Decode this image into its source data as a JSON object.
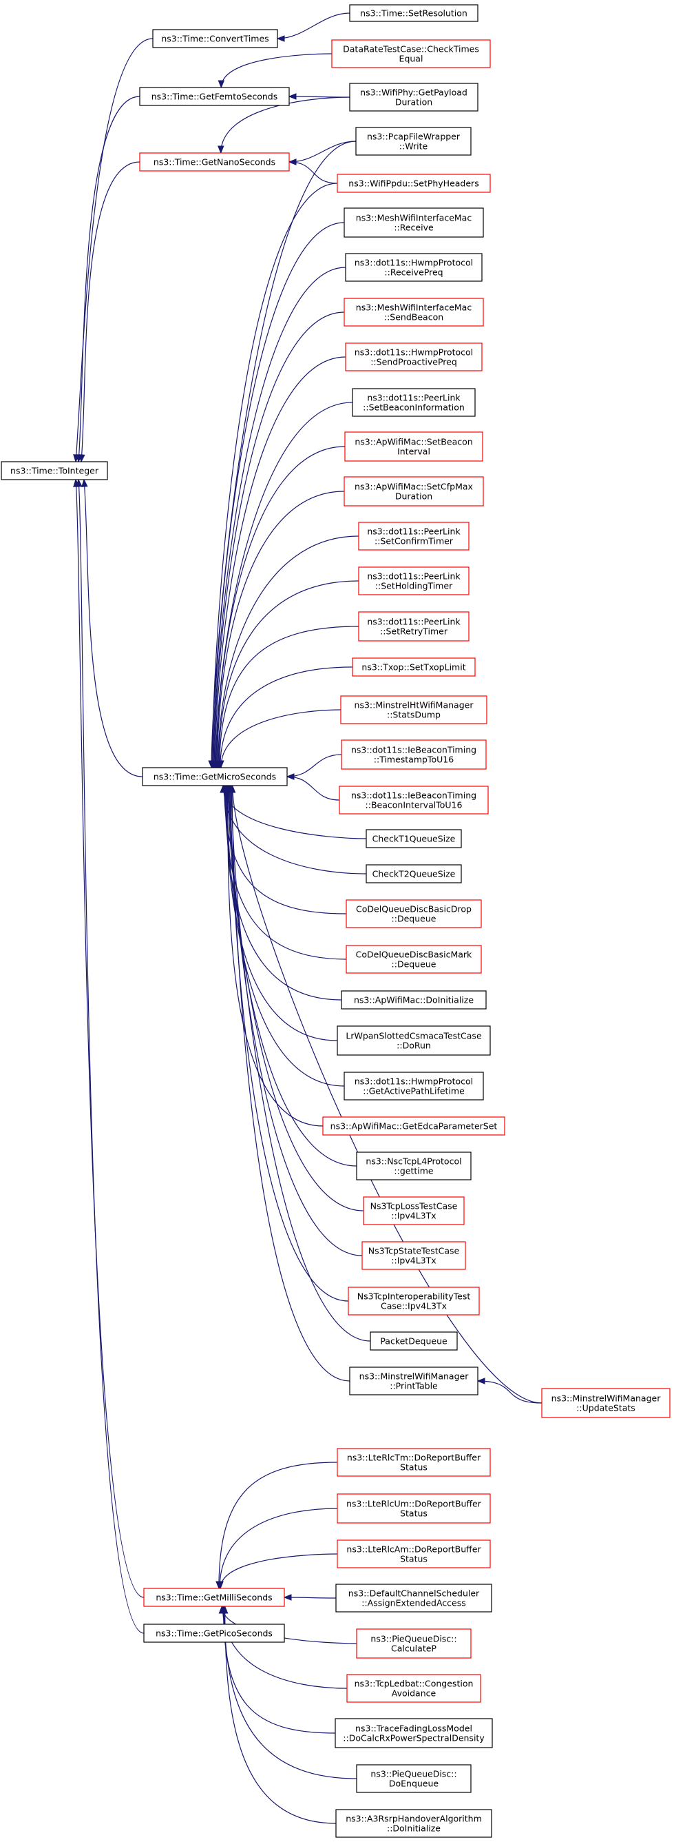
{
  "colors": {
    "edge": "#191970",
    "border_documented": "#000000",
    "border_undocumented": "#ff0000",
    "root_fill": "#bfbfbf",
    "background": "#ffffff"
  },
  "nodes": {
    "toint": {
      "lines": [
        "ns3::Time::ToInteger"
      ],
      "style": "root"
    },
    "convert": {
      "lines": [
        "ns3::Time::ConvertTimes"
      ],
      "style": "black"
    },
    "setres": {
      "lines": [
        "ns3::Time::SetResolution"
      ],
      "style": "black"
    },
    "femto": {
      "lines": [
        "ns3::Time::GetFemtoSeconds"
      ],
      "style": "black"
    },
    "drtest": {
      "lines": [
        "DataRateTestCase::CheckTimes",
        "Equal"
      ],
      "style": "red"
    },
    "payload": {
      "lines": [
        "ns3::WifiPhy::GetPayload",
        "Duration"
      ],
      "style": "black"
    },
    "nano": {
      "lines": [
        "ns3::Time::GetNanoSeconds"
      ],
      "style": "red"
    },
    "pcap": {
      "lines": [
        "ns3::PcapFileWrapper",
        "::Write"
      ],
      "style": "black"
    },
    "phyhdr": {
      "lines": [
        "ns3::WifiPpdu::SetPhyHeaders"
      ],
      "style": "red"
    },
    "meshrecv": {
      "lines": [
        "ns3::MeshWifiInterfaceMac",
        "::Receive"
      ],
      "style": "black"
    },
    "hwmppreq": {
      "lines": [
        "ns3::dot11s::HwmpProtocol",
        "::ReceivePreq"
      ],
      "style": "black"
    },
    "meshbeacon": {
      "lines": [
        "ns3::MeshWifiInterfaceMac",
        "::SendBeacon"
      ],
      "style": "red"
    },
    "proactive": {
      "lines": [
        "ns3::dot11s::HwmpProtocol",
        "::SendProactivePreq"
      ],
      "style": "red"
    },
    "beaconinfo": {
      "lines": [
        "ns3::dot11s::PeerLink",
        "::SetBeaconInformation"
      ],
      "style": "black"
    },
    "apbeacon": {
      "lines": [
        "ns3::ApWifiMac::SetBeacon",
        "Interval"
      ],
      "style": "red"
    },
    "cfpmax": {
      "lines": [
        "ns3::ApWifiMac::SetCfpMax",
        "Duration"
      ],
      "style": "red"
    },
    "confirm": {
      "lines": [
        "ns3::dot11s::PeerLink",
        "::SetConfirmTimer"
      ],
      "style": "red"
    },
    "holding": {
      "lines": [
        "ns3::dot11s::PeerLink",
        "::SetHoldingTimer"
      ],
      "style": "red"
    },
    "retry": {
      "lines": [
        "ns3::dot11s::PeerLink",
        "::SetRetryTimer"
      ],
      "style": "red"
    },
    "txop": {
      "lines": [
        "ns3::Txop::SetTxopLimit"
      ],
      "style": "red"
    },
    "statsdump": {
      "lines": [
        "ns3::MinstrelHtWifiManager",
        "::StatsDump"
      ],
      "style": "red"
    },
    "ts16": {
      "lines": [
        "ns3::dot11s::IeBeaconTiming",
        "::TimestampToU16"
      ],
      "style": "red"
    },
    "bi16": {
      "lines": [
        "ns3::dot11s::IeBeaconTiming",
        "::BeaconIntervalToU16"
      ],
      "style": "red"
    },
    "micro": {
      "lines": [
        "ns3::Time::GetMicroSeconds"
      ],
      "style": "black"
    },
    "ct1": {
      "lines": [
        "CheckT1QueueSize"
      ],
      "style": "black"
    },
    "ct2": {
      "lines": [
        "CheckT2QueueSize"
      ],
      "style": "black"
    },
    "codeldrop": {
      "lines": [
        "CoDelQueueDiscBasicDrop",
        "::Dequeue"
      ],
      "style": "red"
    },
    "codelmark": {
      "lines": [
        "CoDelQueueDiscBasicMark",
        "::Dequeue"
      ],
      "style": "red"
    },
    "doinit": {
      "lines": [
        "ns3::ApWifiMac::DoInitialize"
      ],
      "style": "black"
    },
    "lrwpan": {
      "lines": [
        "LrWpanSlottedCsmacaTestCase",
        "::DoRun"
      ],
      "style": "black"
    },
    "activepath": {
      "lines": [
        "ns3::dot11s::HwmpProtocol",
        "::GetActivePathLifetime"
      ],
      "style": "black"
    },
    "edca": {
      "lines": [
        "ns3::ApWifiMac::GetEdcaParameterSet"
      ],
      "style": "red"
    },
    "nsctcp": {
      "lines": [
        "ns3::NscTcpL4Protocol",
        "::gettime"
      ],
      "style": "black"
    },
    "tcploss": {
      "lines": [
        "Ns3TcpLossTestCase",
        "::Ipv4L3Tx"
      ],
      "style": "red"
    },
    "tcpstate": {
      "lines": [
        "Ns3TcpStateTestCase",
        "::Ipv4L3Tx"
      ],
      "style": "red"
    },
    "tcpinterop": {
      "lines": [
        "Ns3TcpInteroperabilityTest",
        "Case::Ipv4L3Tx"
      ],
      "style": "red"
    },
    "pktdeq": {
      "lines": [
        "PacketDequeue"
      ],
      "style": "black"
    },
    "printtable": {
      "lines": [
        "ns3::MinstrelWifiManager",
        "::PrintTable"
      ],
      "style": "black"
    },
    "updstats": {
      "lines": [
        "ns3::MinstrelWifiManager",
        "::UpdateStats"
      ],
      "style": "red"
    },
    "tmrbuf": {
      "lines": [
        "ns3::LteRlcTm::DoReportBuffer",
        "Status"
      ],
      "style": "red"
    },
    "umrbuf": {
      "lines": [
        "ns3::LteRlcUm::DoReportBuffer",
        "Status"
      ],
      "style": "red"
    },
    "amrbuf": {
      "lines": [
        "ns3::LteRlcAm::DoReportBuffer",
        "Status"
      ],
      "style": "red"
    },
    "milli": {
      "lines": [
        "ns3::Time::GetMilliSeconds"
      ],
      "style": "red"
    },
    "defsched": {
      "lines": [
        "ns3::DefaultChannelScheduler",
        "::AssignExtendedAccess"
      ],
      "style": "black"
    },
    "pico": {
      "lines": [
        "ns3::Time::GetPicoSeconds"
      ],
      "style": "black"
    },
    "piecalc": {
      "lines": [
        "ns3::PieQueueDisc::",
        "CalculateP"
      ],
      "style": "red"
    },
    "ledbat": {
      "lines": [
        "ns3::TcpLedbat::Congestion",
        "Avoidance"
      ],
      "style": "red"
    },
    "fading": {
      "lines": [
        "ns3::TraceFadingLossModel",
        "::DoCalcRxPowerSpectralDensity"
      ],
      "style": "black"
    },
    "pieenq": {
      "lines": [
        "ns3::PieQueueDisc::",
        "DoEnqueue"
      ],
      "style": "black"
    },
    "a3rsrp": {
      "lines": [
        "ns3::A3RsrpHandoverAlgorithm",
        "::DoInitialize"
      ],
      "style": "black"
    }
  },
  "edges": [
    [
      "convert",
      "toint"
    ],
    [
      "femto",
      "toint"
    ],
    [
      "nano",
      "toint"
    ],
    [
      "micro",
      "toint"
    ],
    [
      "milli",
      "toint"
    ],
    [
      "pico",
      "toint"
    ],
    [
      "setres",
      "convert"
    ],
    [
      "drtest",
      "femto"
    ],
    [
      "payload",
      "femto"
    ],
    [
      "payload",
      "nano"
    ],
    [
      "pcap",
      "nano"
    ],
    [
      "phyhdr",
      "nano"
    ],
    [
      "pcap",
      "micro"
    ],
    [
      "phyhdr",
      "micro"
    ],
    [
      "meshrecv",
      "micro"
    ],
    [
      "hwmppreq",
      "micro"
    ],
    [
      "meshbeacon",
      "micro"
    ],
    [
      "proactive",
      "micro"
    ],
    [
      "beaconinfo",
      "micro"
    ],
    [
      "apbeacon",
      "micro"
    ],
    [
      "cfpmax",
      "micro"
    ],
    [
      "confirm",
      "micro"
    ],
    [
      "holding",
      "micro"
    ],
    [
      "retry",
      "micro"
    ],
    [
      "txop",
      "micro"
    ],
    [
      "statsdump",
      "micro"
    ],
    [
      "ts16",
      "micro"
    ],
    [
      "bi16",
      "micro"
    ],
    [
      "ct1",
      "micro"
    ],
    [
      "ct2",
      "micro"
    ],
    [
      "codeldrop",
      "micro"
    ],
    [
      "codelmark",
      "micro"
    ],
    [
      "doinit",
      "micro"
    ],
    [
      "lrwpan",
      "micro"
    ],
    [
      "activepath",
      "micro"
    ],
    [
      "edca",
      "micro"
    ],
    [
      "nsctcp",
      "micro"
    ],
    [
      "tcploss",
      "micro"
    ],
    [
      "tcpstate",
      "micro"
    ],
    [
      "tcpinterop",
      "micro"
    ],
    [
      "pktdeq",
      "micro"
    ],
    [
      "printtable",
      "micro"
    ],
    [
      "updstats",
      "micro"
    ],
    [
      "updstats",
      "printtable"
    ],
    [
      "tmrbuf",
      "milli"
    ],
    [
      "umrbuf",
      "milli"
    ],
    [
      "amrbuf",
      "milli"
    ],
    [
      "defsched",
      "milli"
    ],
    [
      "piecalc",
      "milli"
    ],
    [
      "ledbat",
      "milli"
    ],
    [
      "fading",
      "milli"
    ],
    [
      "pieenq",
      "milli"
    ],
    [
      "a3rsrp",
      "milli"
    ]
  ]
}
